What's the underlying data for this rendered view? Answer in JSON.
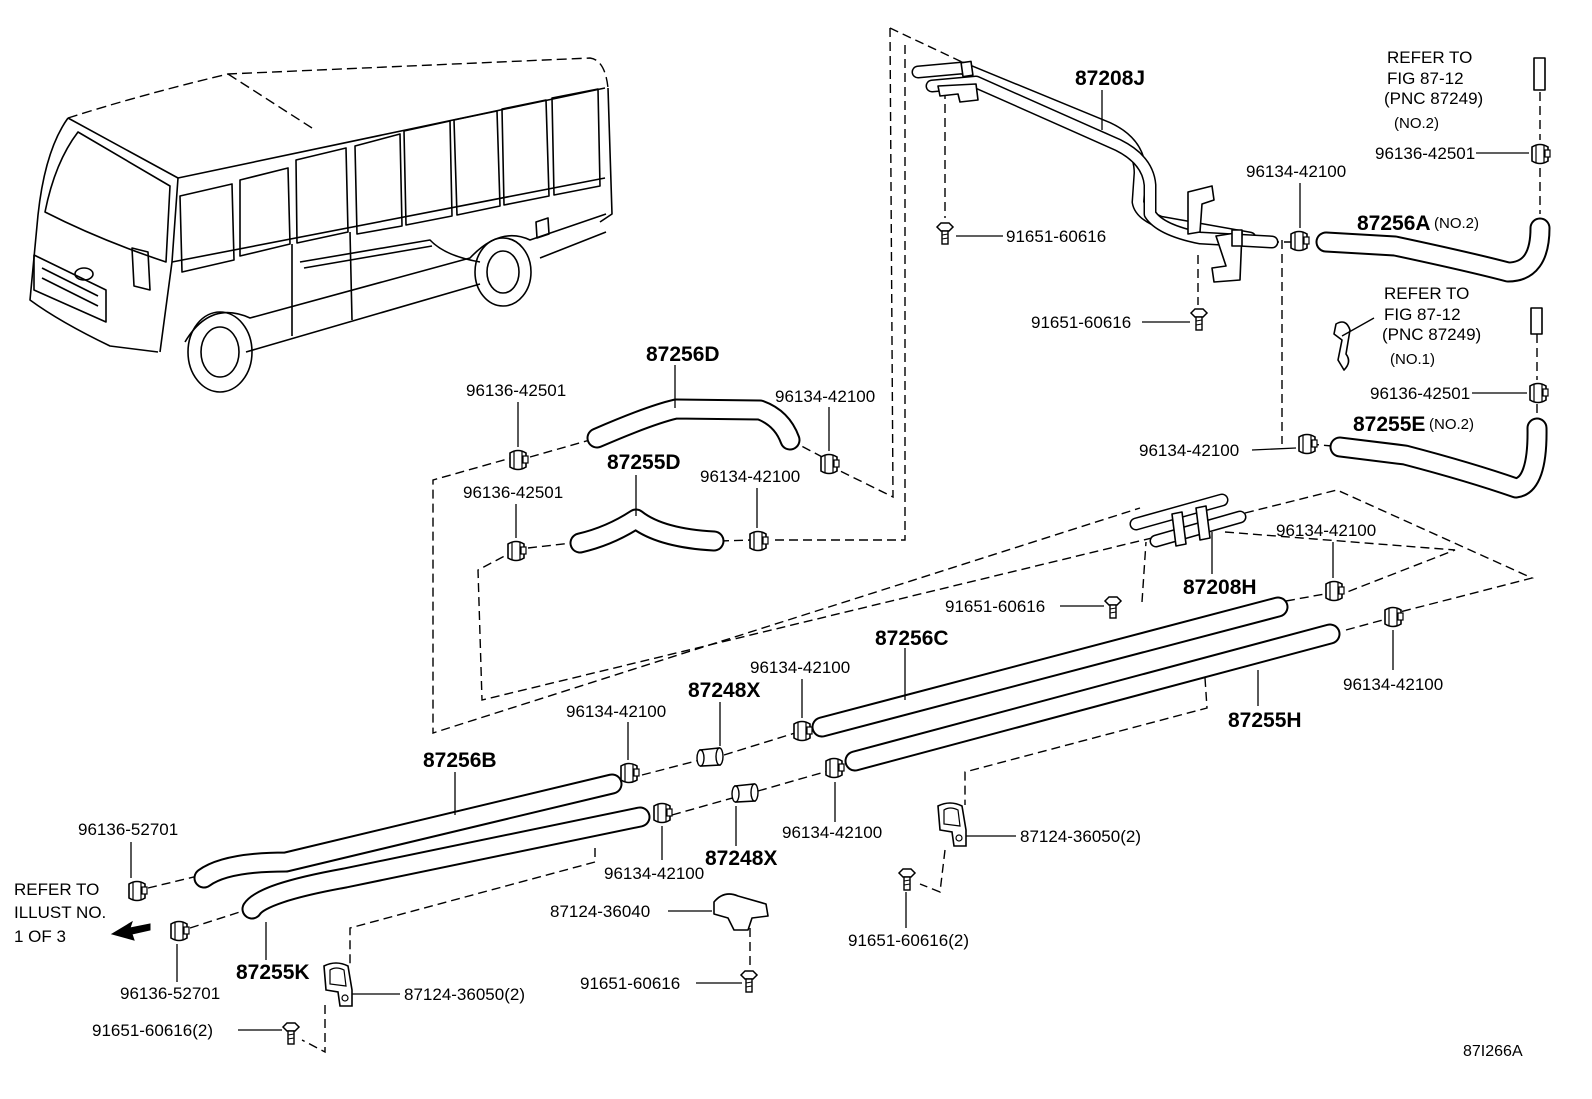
{
  "diagram": {
    "code": "87I266A"
  },
  "refer_notes": {
    "fig_no2": [
      "REFER TO",
      "FIG 87-12",
      "(PNC 87249)",
      "(NO.2)"
    ],
    "fig_no1": [
      "REFER TO",
      "FIG 87-12",
      "(PNC 87249)",
      "(NO.1)"
    ],
    "illust": [
      "REFER TO",
      "ILLUST NO.",
      "1 OF 3"
    ]
  },
  "callouts": [
    "87208J",
    "96136-42501",
    "96134-42100",
    "87256A",
    "(NO.2)",
    "91651-60616",
    "91651-60616",
    "96136-42501",
    "87255E",
    "(NO.2)",
    "96134-42100",
    "87256D",
    "96136-42501",
    "96134-42100",
    "87255D",
    "96134-42100",
    "96136-42501",
    "96134-42100",
    "87208H",
    "91651-60616",
    "87256C",
    "96134-42100",
    "96134-42100",
    "87248X",
    "96134-42100",
    "87255H",
    "87256B",
    "96136-52701",
    "96134-42100",
    "87124-36050(2)",
    "87248X",
    "96134-42100",
    "87124-36040",
    "91651-60616(2)",
    "87255K",
    "96136-52701",
    "87124-36050(2)",
    "91651-60616",
    "91651-60616(2)"
  ]
}
